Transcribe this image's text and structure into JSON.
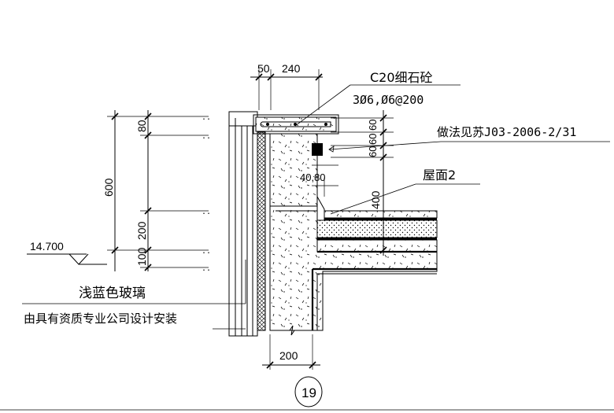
{
  "dimensions_top": [
    "50",
    "240"
  ],
  "dimensions_left": [
    "600",
    "80",
    "200",
    "100"
  ],
  "dimensions_right": [
    "60",
    "60",
    "60",
    "400"
  ],
  "dimension_corner": "40,80",
  "dimension_bottom": "200",
  "elevation": "14.700",
  "labels": {
    "coping": "C20细石砼",
    "rebar": "3Ø6,Ø6@200",
    "flashing": "做法见苏J03-2006-2/31",
    "roof": "屋面2",
    "glass": "浅蓝色玻璃",
    "install": "由具有资质专业公司设计安装"
  },
  "detail_number": "19"
}
